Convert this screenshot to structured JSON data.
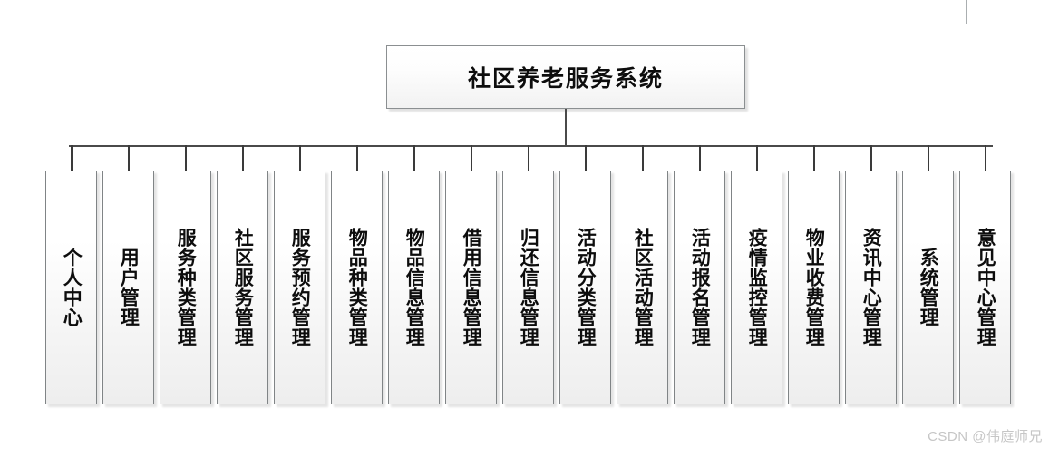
{
  "diagram": {
    "type": "organizational-tree",
    "title": "社区养老服务系统",
    "root": {
      "label": "社区养老服务系统"
    },
    "nodes": [
      {
        "label": "个人中心"
      },
      {
        "label": "用户管理"
      },
      {
        "label": "服务种类管理"
      },
      {
        "label": "社区服务管理"
      },
      {
        "label": "服务预约管理"
      },
      {
        "label": "物品种类管理"
      },
      {
        "label": "物品信息管理"
      },
      {
        "label": "借用信息管理"
      },
      {
        "label": "归还信息管理"
      },
      {
        "label": "活动分类管理"
      },
      {
        "label": "社区活动管理"
      },
      {
        "label": "活动报名管理"
      },
      {
        "label": "疫情监控管理"
      },
      {
        "label": "物业收费管理"
      },
      {
        "label": "资讯中心管理"
      },
      {
        "label": "系统管理"
      },
      {
        "label": "意见中心管理"
      }
    ],
    "colors": {
      "background": "#ffffff",
      "box_border": "#808486",
      "box_fill_top": "#ffffff",
      "box_fill_bottom": "#eeeeee",
      "connector": "#4a4a4a",
      "text": "#0d0d0d",
      "watermark": "#c6c6c6"
    }
  },
  "watermark": {
    "text": "CSDN @伟庭师兄"
  }
}
